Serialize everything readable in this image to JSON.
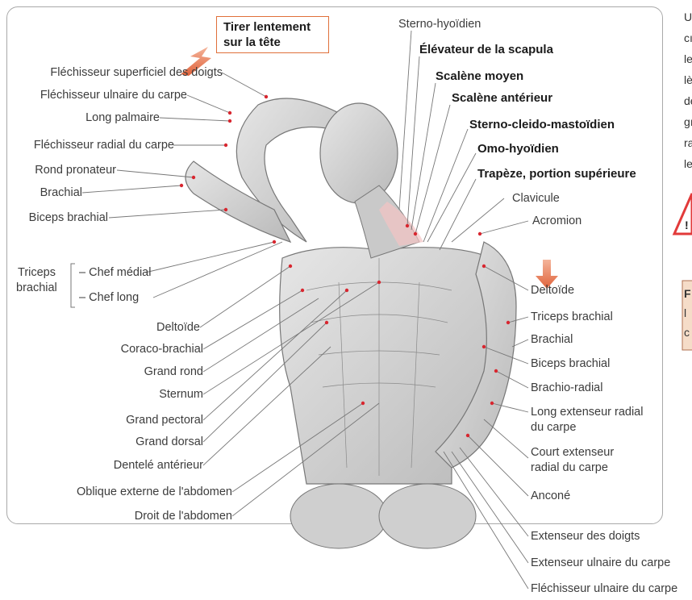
{
  "callout": {
    "line1": "Tirer lentement",
    "line2": "sur la tête"
  },
  "labels_left": [
    "Fléchisseur superficiel des doigts",
    "Fléchisseur ulnaire du carpe",
    "Long palmaire",
    "Fléchisseur radial du carpe",
    "Rond pronateur",
    "Brachial",
    "Biceps brachial",
    "Chef médial",
    "Chef long",
    "Deltoïde",
    "Coraco-brachial",
    "Grand rond",
    "Sternum",
    "Grand pectoral",
    "Grand dorsal",
    "Dentelé antérieur",
    "Oblique externe de l'abdomen",
    "Droit de l'abdomen"
  ],
  "triceps_group": {
    "line1": "Triceps",
    "line2": "brachial"
  },
  "labels_top": [
    "Sterno-hyoïdien",
    "Élévateur de la scapula",
    "Scalène moyen",
    "Scalène antérieur",
    "Sterno-cleido-mastoïdien",
    "Omo-hyoïdien",
    "Trapèze, portion supérieure",
    "Clavicule",
    "Acromion"
  ],
  "labels_right": [
    "Deltoïde",
    "Triceps brachial",
    "Brachial",
    "Biceps brachial",
    "Brachio-radial",
    "Long extenseur radial",
    "du carpe",
    "Court extenseur",
    "radial du carpe",
    "Anconé",
    "Extenseur des doigts",
    "Extenseur ulnaire du carpe",
    "Fléchisseur ulnaire du carpe"
  ],
  "side_text": [
    "U",
    "cı",
    "le",
    "lè",
    "de",
    "gı",
    "ra",
    "le"
  ],
  "side_box_text": [
    "F",
    "l",
    "c"
  ],
  "colors": {
    "accent": "#e0703a",
    "warning": "#e23a3a",
    "dot": "#d8262f"
  }
}
